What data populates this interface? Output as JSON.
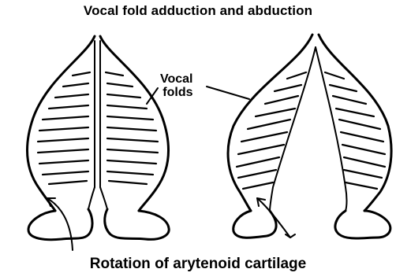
{
  "title": "Vocal fold adduction and abduction",
  "caption": "Rotation of arytenoid cartilage",
  "label": {
    "line1": "Vocal",
    "line2": "folds"
  }
}
